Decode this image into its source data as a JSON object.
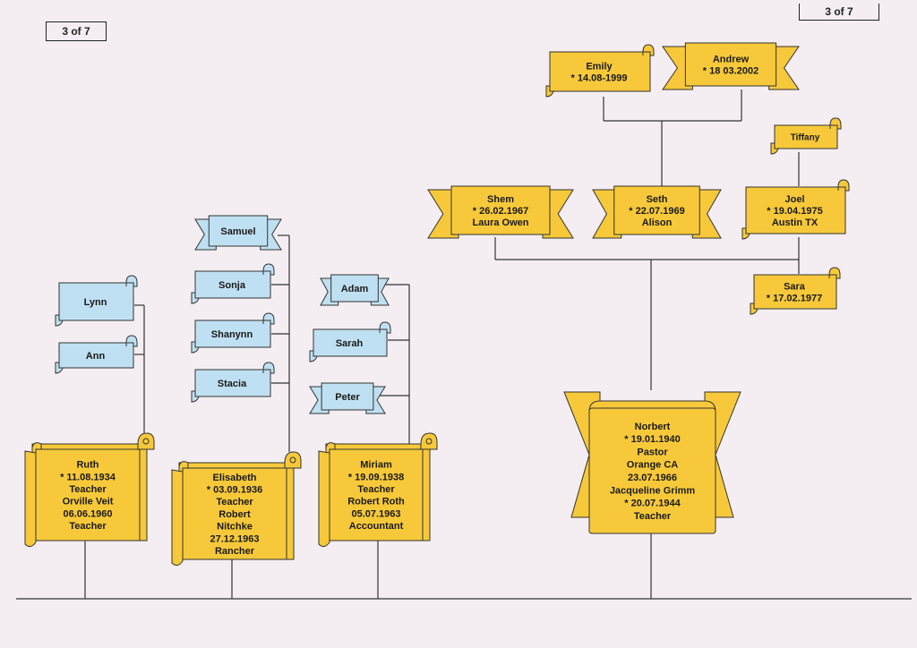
{
  "page_label": "3 of 7",
  "colors": {
    "gold": "#f7c93a",
    "blue": "#bfe0f2",
    "line": "#333333"
  },
  "people": {
    "emily": {
      "lines": [
        "Emily",
        "* 14.08-1999"
      ],
      "color": "gold"
    },
    "andrew": {
      "lines": [
        "Andrew",
        "* 18 03.2002"
      ],
      "color": "gold"
    },
    "tiffany": {
      "lines": [
        "Tiffany"
      ],
      "color": "gold"
    },
    "shem": {
      "lines": [
        "Shem",
        "* 26.02.1967",
        "Laura Owen"
      ],
      "color": "gold"
    },
    "seth": {
      "lines": [
        "Seth",
        "* 22.07.1969",
        "Alison"
      ],
      "color": "gold"
    },
    "joel": {
      "lines": [
        "Joel",
        "* 19.04.1975",
        "Austin TX"
      ],
      "color": "gold"
    },
    "sara": {
      "lines": [
        "Sara",
        "* 17.02.1977"
      ],
      "color": "gold"
    },
    "samuel": {
      "lines": [
        "Samuel"
      ],
      "color": "blue"
    },
    "sonja": {
      "lines": [
        "Sonja"
      ],
      "color": "blue"
    },
    "shanynn": {
      "lines": [
        "Shanynn"
      ],
      "color": "blue"
    },
    "stacia": {
      "lines": [
        "Stacia"
      ],
      "color": "blue"
    },
    "lynn": {
      "lines": [
        "Lynn"
      ],
      "color": "blue"
    },
    "ann": {
      "lines": [
        "Ann"
      ],
      "color": "blue"
    },
    "adam": {
      "lines": [
        "Adam"
      ],
      "color": "blue"
    },
    "sarah": {
      "lines": [
        "Sarah"
      ],
      "color": "blue"
    },
    "peter": {
      "lines": [
        "Peter"
      ],
      "color": "blue"
    },
    "ruth": {
      "lines": [
        "Ruth",
        "* 11.08.1934",
        "Teacher",
        "Orville Veit",
        "06.06.1960",
        "Teacher"
      ],
      "color": "gold"
    },
    "elisabeth": {
      "lines": [
        "Elisabeth",
        "* 03.09.1936",
        "Teacher",
        "Robert",
        "Nitchke",
        "27.12.1963",
        "Rancher"
      ],
      "color": "gold"
    },
    "miriam": {
      "lines": [
        "Miriam",
        "* 19.09.1938",
        "Teacher",
        "Robert Roth",
        "05.07.1963",
        "Accountant"
      ],
      "color": "gold"
    },
    "norbert": {
      "lines": [
        "Norbert",
        "* 19.01.1940",
        "Pastor",
        "Orange CA",
        "23.07.1966",
        "Jacqueline Grimm",
        "* 20.07.1944",
        "Teacher"
      ],
      "color": "gold"
    }
  }
}
